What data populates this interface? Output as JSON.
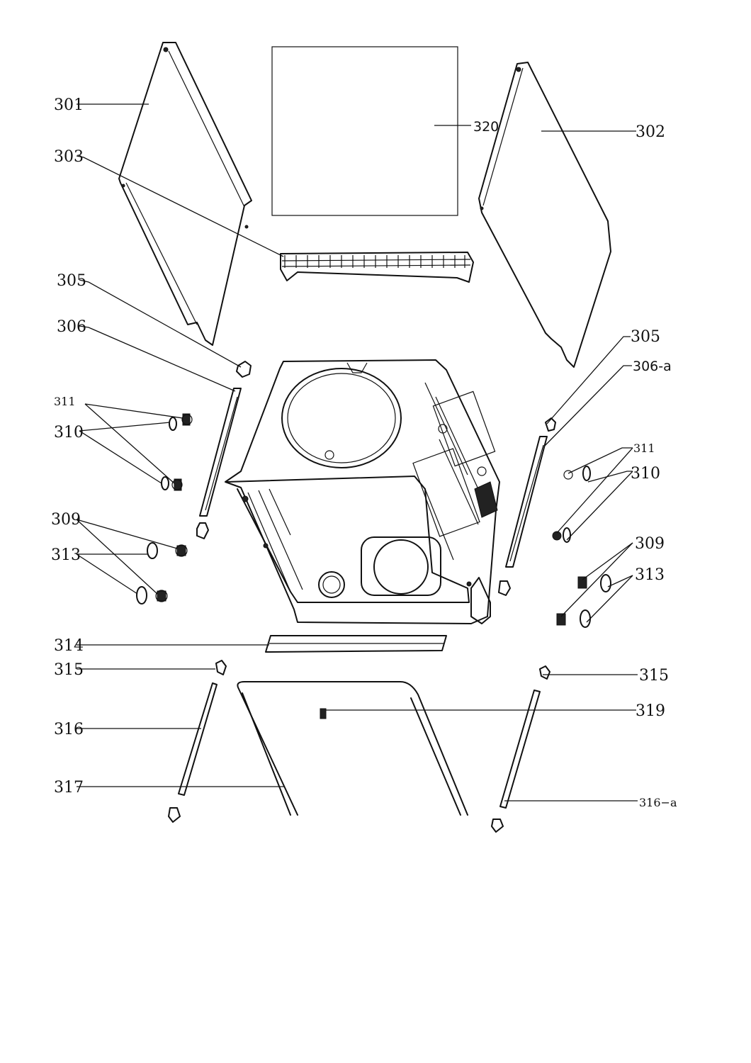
{
  "labels": {
    "l301": "301",
    "l303": "303",
    "l320": "320",
    "l302": "302",
    "l305a": "305",
    "l306": "306",
    "l305b": "305",
    "l306a": "306-a",
    "l311a": "311",
    "l310a": "310",
    "l311b": "311",
    "l310b": "310",
    "l309a": "309",
    "l313a": "313",
    "l309b": "309",
    "l313b": "313",
    "l314": "314",
    "l315a": "315",
    "l315b": "315",
    "l319": "319",
    "l316": "316",
    "l317": "317",
    "l316a": "316−a"
  }
}
